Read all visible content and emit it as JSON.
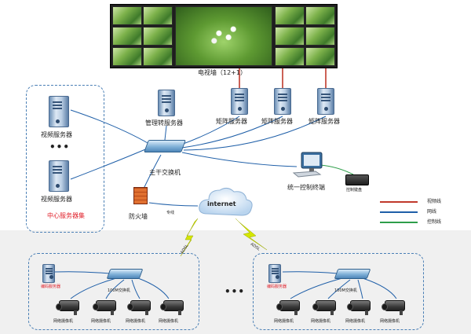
{
  "video_wall": {
    "caption": "电视墙（12+1）"
  },
  "center_cluster": {
    "servers": [
      {
        "label": "视频服务器"
      },
      {
        "label": "视频服务器"
      }
    ],
    "ellipsis": "•••",
    "cluster_label": "中心服务器集"
  },
  "servers": {
    "management": "管理转服务器",
    "matrix": [
      "矩阵服务器",
      "矩阵服务器",
      "矩阵服务器"
    ]
  },
  "core": {
    "switch": "主干交换机",
    "firewall": "防火墙",
    "internet": "internet",
    "link_label": "专线"
  },
  "control": {
    "terminal": "统一控制终端",
    "keyboard": "控制键盘"
  },
  "legend": {
    "items": [
      {
        "label": "视频线",
        "color": "#c0392b"
      },
      {
        "label": "网线",
        "color": "#1f5fa8"
      },
      {
        "label": "控制线",
        "color": "#2e9e4a"
      }
    ]
  },
  "sites": [
    {
      "encoder": "编码服务器",
      "switch": "100M交换机",
      "link": "ADSL",
      "cameras": [
        "网络摄像机",
        "网络摄像机",
        "网络摄像机",
        "网络摄像机"
      ]
    },
    {
      "encoder": "编码服务器",
      "switch": "100M交换机",
      "link": "ADSL",
      "cameras": [
        "网络摄像机",
        "网络摄像机",
        "网络摄像机",
        "网络摄像机"
      ]
    }
  ],
  "sites_ellipsis": "•••",
  "colors": {
    "video_line": "#c0392b",
    "net_line": "#1f5fa8",
    "control_line": "#2e9e4a",
    "dashed_border": "#4a7fb5",
    "lightning": "#d4e600"
  }
}
